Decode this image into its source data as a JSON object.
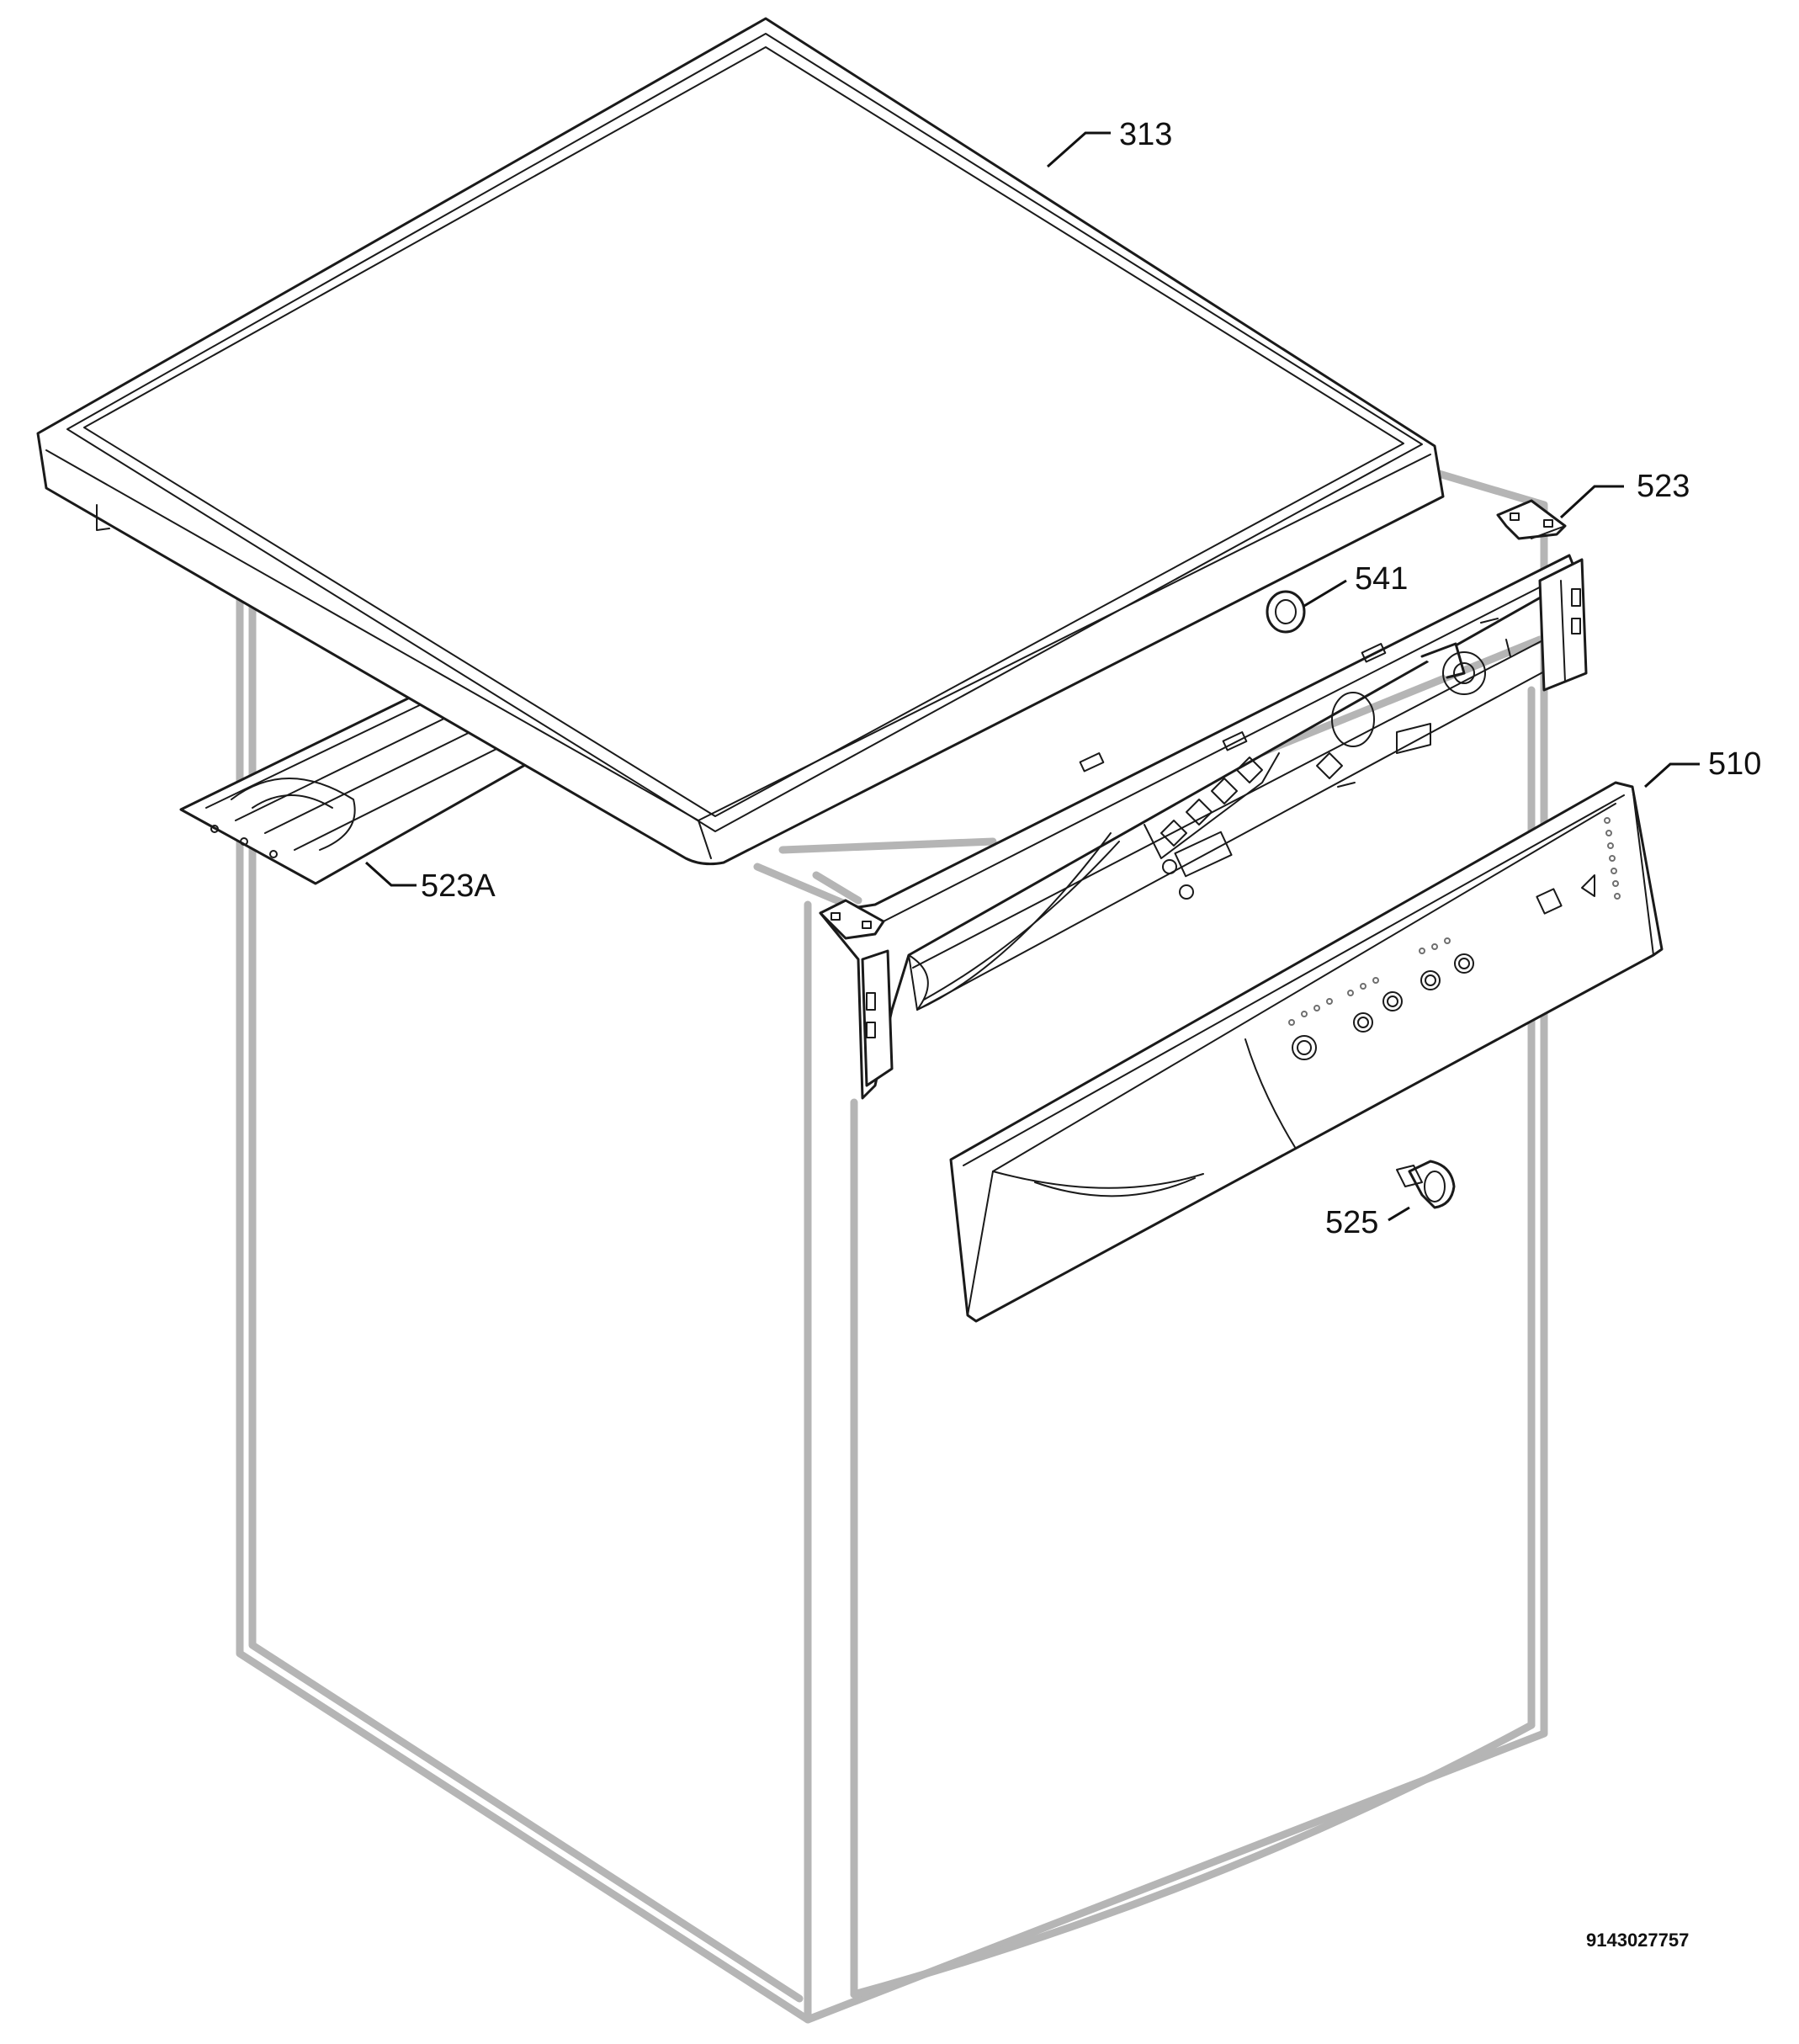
{
  "callouts": {
    "top_cover": "313",
    "hinge_bracket": "523",
    "base_rail": "523A",
    "grommet": "541",
    "control_panel": "510",
    "knob": "525"
  },
  "document_id": "9143027757",
  "colors": {
    "cabinet_outline": "#b5b5b5",
    "part_outline": "#1a1a1a",
    "background": "#ffffff"
  }
}
